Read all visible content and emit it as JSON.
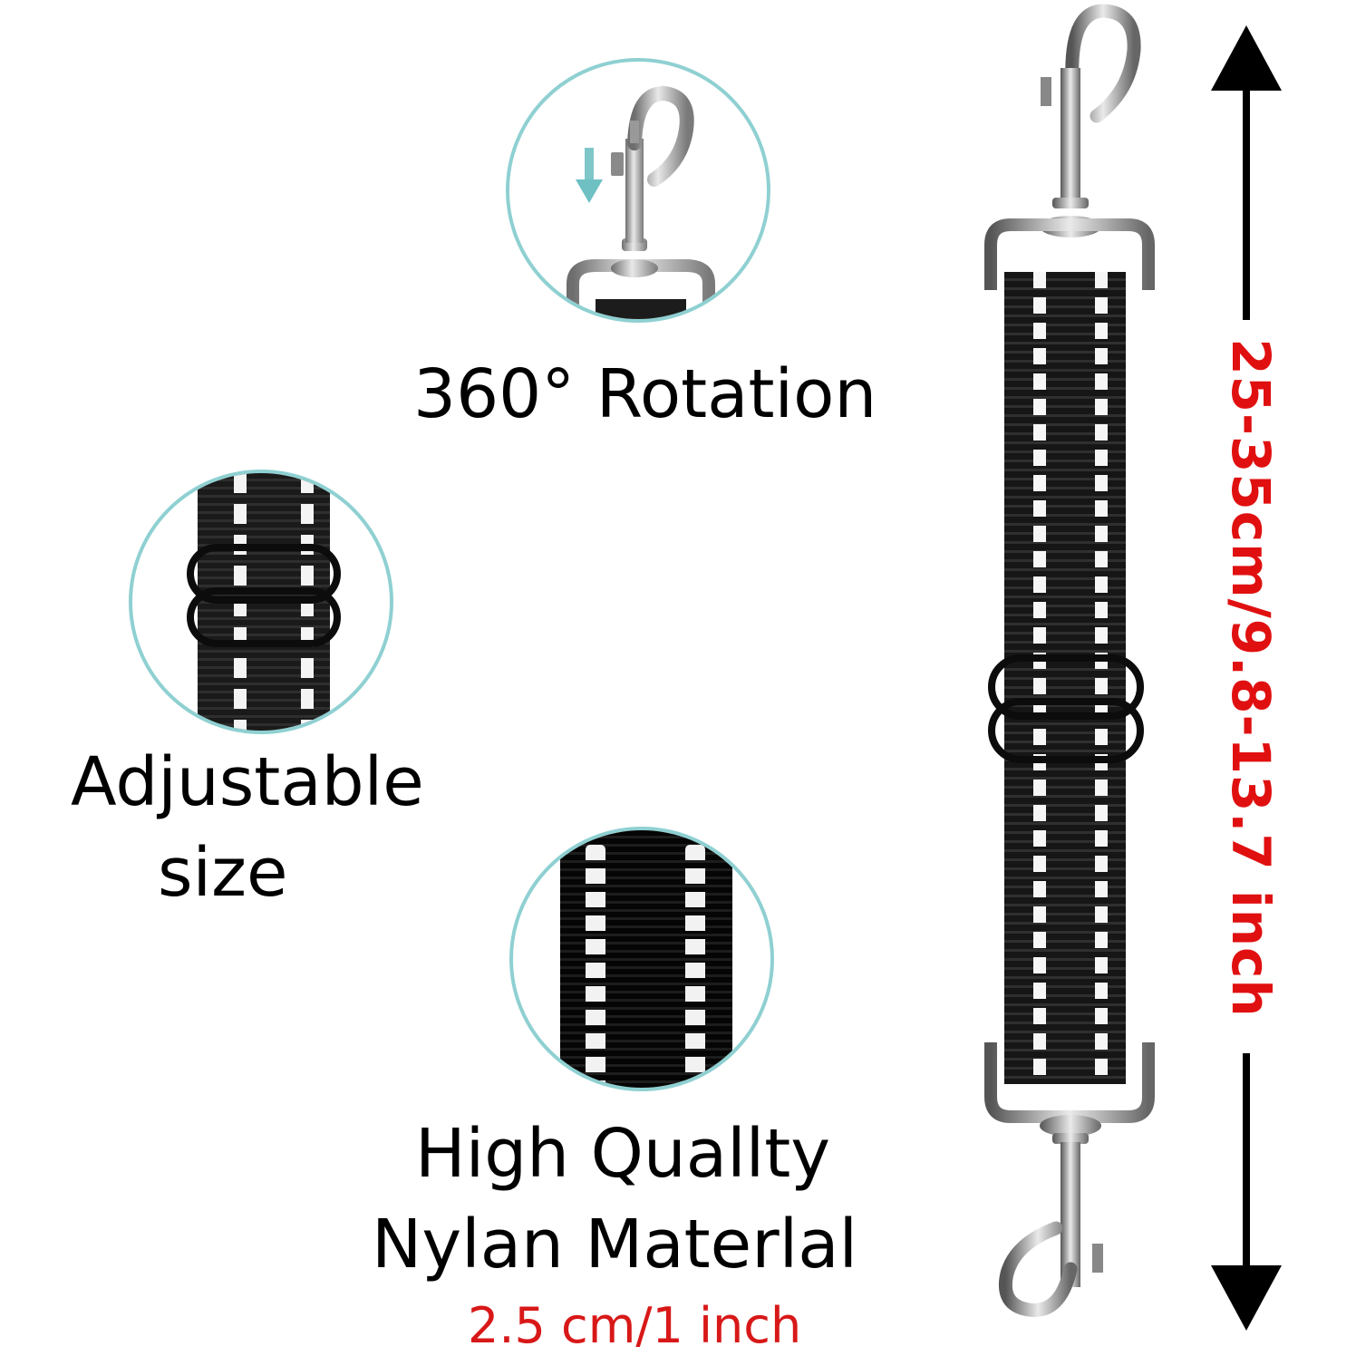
{
  "features": [
    {
      "id": "rotation",
      "label": "360° Rotation"
    },
    {
      "id": "adjustable",
      "label_line1": "Adjustable",
      "label_line2": "size"
    },
    {
      "id": "material",
      "label_line1": "High Quallty",
      "label_line2": "Nylan Materlal",
      "sublabel": "2.5 cm/1 inch"
    }
  ],
  "dimension": {
    "length_label": "25-35cm/9.8-13.7 inch"
  },
  "colors": {
    "circle_border": "#8fd0d2",
    "accent_red": "#d81818",
    "strap_black": "#161616",
    "stitch_white": "#f6f6f6",
    "metal_silver": "#b8b8b8"
  }
}
